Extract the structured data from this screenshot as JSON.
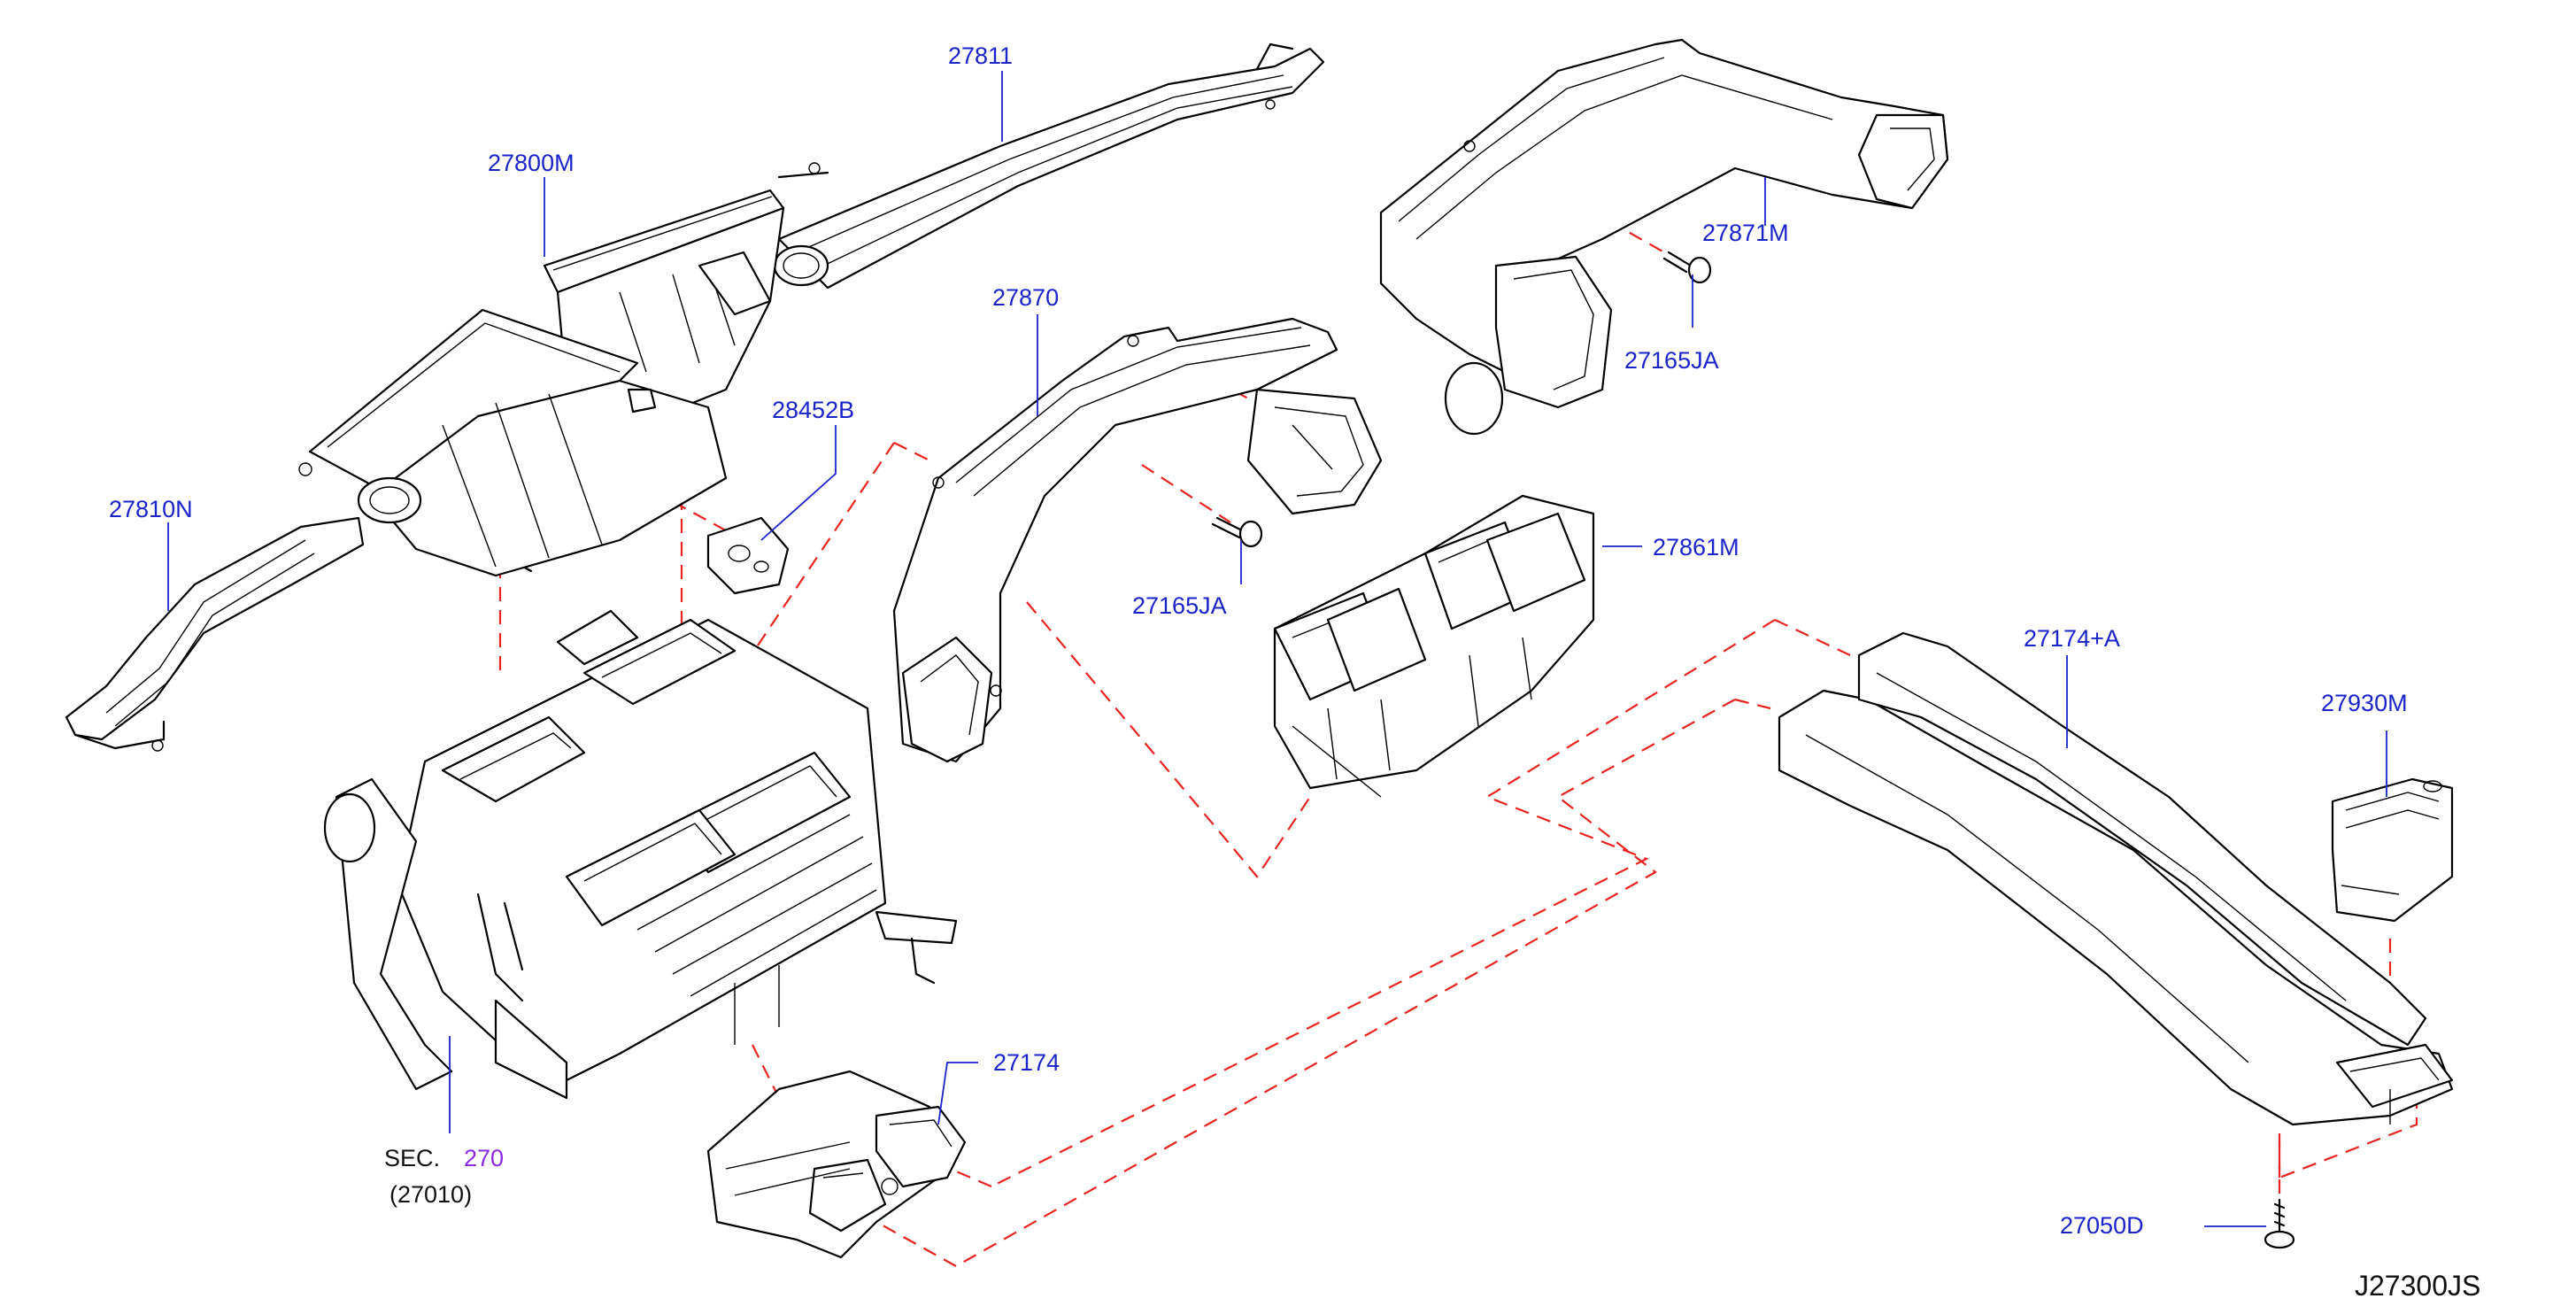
{
  "callouts": {
    "p27811": "27811",
    "p27800M": "27800M",
    "p27870": "27870",
    "p27871M": "27871M",
    "p27165JA_top": "27165JA",
    "p28452B": "28452B",
    "p27810N": "27810N",
    "p27861M": "27861M",
    "p27165JA_mid": "27165JA",
    "p27174A": "27174+A",
    "p27930M": "27930M",
    "p27174": "27174",
    "p27050D": "27050D"
  },
  "section_ref": {
    "prefix": "SEC.",
    "number": "270",
    "sub": "(27010)"
  },
  "diagram_code": "J27300JS",
  "colors": {
    "callout": "#1a24c8",
    "dashed_guide": "#e8231f",
    "section_link": "#8a2be2",
    "linework": "#000000"
  }
}
